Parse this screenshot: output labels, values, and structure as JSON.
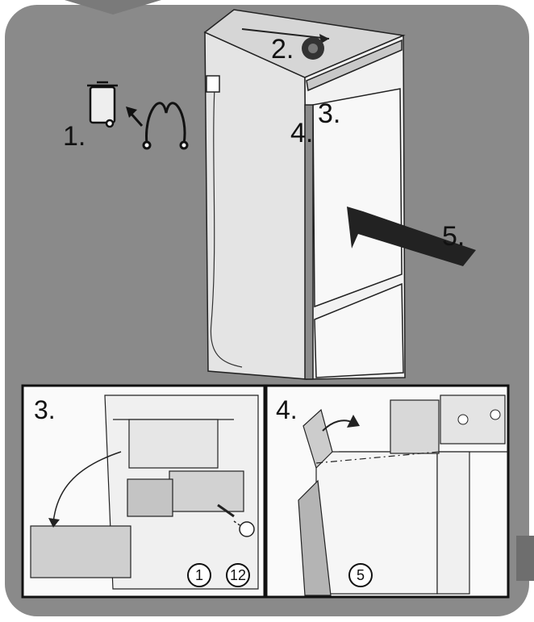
{
  "steps": {
    "s1": "1.",
    "s2": "2.",
    "s3": "3.",
    "s4": "4.",
    "s5": "5."
  },
  "inset_left": {
    "label": "3.",
    "part_a": "1",
    "part_b": "12"
  },
  "inset_right": {
    "label": "4.",
    "part_a": "5"
  },
  "colors": {
    "background": "#8a8a8a",
    "panel_light": "#efefef",
    "line": "#111111",
    "accent_dark": "#6e6e6e"
  }
}
